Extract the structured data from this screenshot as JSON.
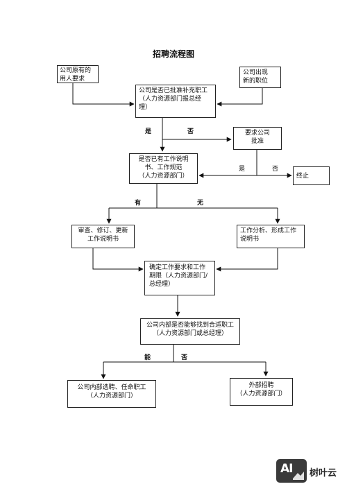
{
  "title": "招聘流程图",
  "boxes": {
    "existing_need": "公司原有的\n用人要求",
    "new_position": "公司出现\n新的职位",
    "approve_hire": "公司是否已批准补充职工\n（人力资源部门报总经\n理）",
    "request_approval": "要求公司\n批准",
    "has_job_description": "是否已有工作说明\n书、工作规范\n（人力资源部门）",
    "terminate": "终止",
    "review_revise": "审查、修订、更新\n工作说明书",
    "job_analysis": "工作分析、形成工作\n说明书",
    "confirm_requirements": "确定工作要求和工作\n期限（人力资源部门/\n总经理）",
    "internal_search": "公司内部是否能够找到合适职工\n（人力资源部门或总经理）",
    "internal_select": "公司内部选聘、任命职工\n（人力资源部门）",
    "external_recruit": "外部招聘\n（人力资源部门）"
  },
  "labels": {
    "approve_yes": "是",
    "approve_no": "否",
    "request_yes": "是",
    "request_no": "否",
    "jd_has": "有",
    "jd_none": "无",
    "internal_can": "能",
    "internal_no": "否"
  },
  "brand": {
    "logo_text": "AI",
    "name": "树叶云"
  }
}
